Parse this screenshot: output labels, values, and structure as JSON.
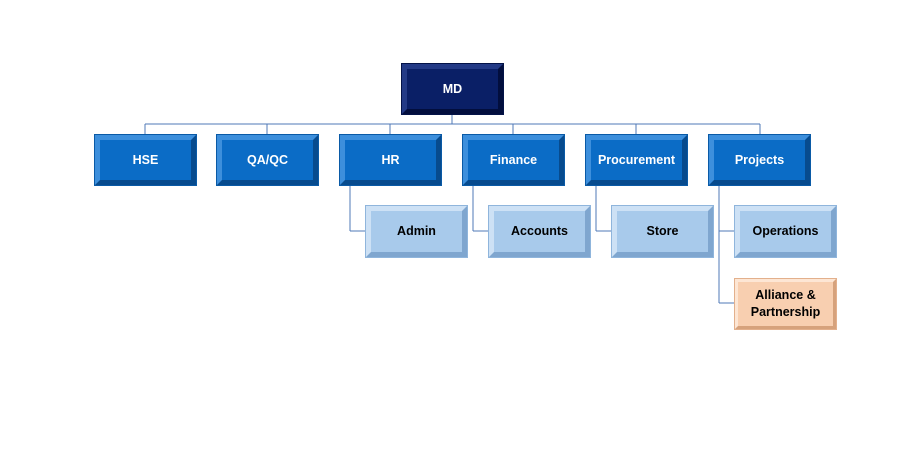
{
  "org_chart": {
    "root": {
      "label": "MD"
    },
    "departments": [
      {
        "label": "HSE"
      },
      {
        "label": "QA/QC"
      },
      {
        "label": "HR",
        "sub": [
          "Admin"
        ]
      },
      {
        "label": "Finance",
        "sub": [
          "Accounts"
        ]
      },
      {
        "label": "Procurement",
        "sub": [
          "Store"
        ]
      },
      {
        "label": "Projects",
        "sub": [
          "Operations",
          "Alliance & Partnership"
        ]
      }
    ]
  },
  "colors": {
    "root_fill": "#0a1f66",
    "department_fill": "#0b6cc6",
    "sub_unit_fill": "#a8caeb",
    "highlight_fill": "#f8cfb0",
    "connector": "#4f79b7"
  }
}
